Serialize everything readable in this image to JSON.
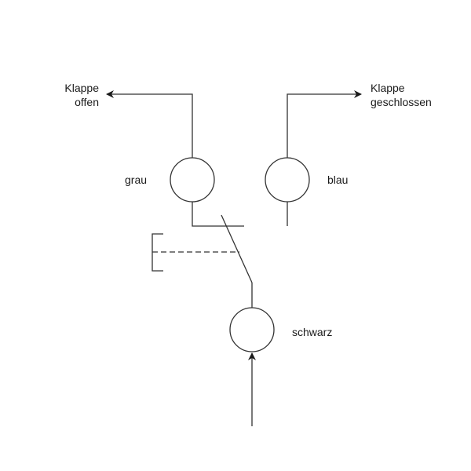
{
  "labels": {
    "open_line1": "Klappe",
    "open_line2": "offen",
    "closed_line1": "Klappe",
    "closed_line2": "geschlossen",
    "grau": "grau",
    "blau": "blau",
    "schwarz": "schwarz"
  },
  "colors": {
    "line": "#333333",
    "text": "#1a1a1a"
  }
}
